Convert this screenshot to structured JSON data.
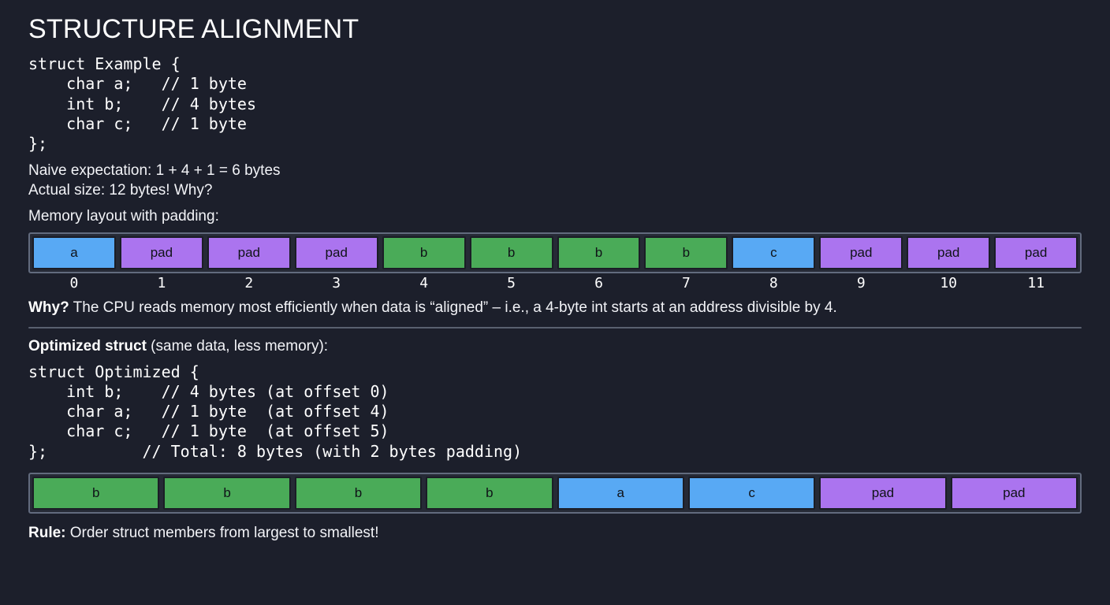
{
  "title": "STRUCTURE ALIGNMENT",
  "code_original": "struct Example {\n    char a;   // 1 byte\n    int b;    // 4 bytes\n    char c;   // 1 byte\n};",
  "naive_line": "Naive expectation: 1 + 4 + 1 = 6 bytes",
  "actual_line": "Actual size: 12 bytes! Why?",
  "layout_caption": "Memory layout with padding:",
  "layout_row1": {
    "cells": [
      {
        "label": "a",
        "color": "blue"
      },
      {
        "label": "pad",
        "color": "purple"
      },
      {
        "label": "pad",
        "color": "purple"
      },
      {
        "label": "pad",
        "color": "purple"
      },
      {
        "label": "b",
        "color": "green"
      },
      {
        "label": "b",
        "color": "green"
      },
      {
        "label": "b",
        "color": "green"
      },
      {
        "label": "b",
        "color": "green"
      },
      {
        "label": "c",
        "color": "blue"
      },
      {
        "label": "pad",
        "color": "purple"
      },
      {
        "label": "pad",
        "color": "purple"
      },
      {
        "label": "pad",
        "color": "purple"
      }
    ],
    "indices": [
      "0",
      "1",
      "2",
      "3",
      "4",
      "5",
      "6",
      "7",
      "8",
      "9",
      "10",
      "11"
    ]
  },
  "why": {
    "label": "Why?",
    "text": " The CPU reads memory most efficiently when data is “aligned” – i.e., a 4-byte int starts at an address divisible by 4."
  },
  "optimized": {
    "label": "Optimized struct",
    "text": " (same data, less memory):"
  },
  "code_optimized": "struct Optimized {\n    int b;    // 4 bytes (at offset 0)\n    char a;   // 1 byte  (at offset 4)\n    char c;   // 1 byte  (at offset 5)\n};          // Total: 8 bytes (with 2 bytes padding)",
  "layout_row2": {
    "cells": [
      {
        "label": "b",
        "color": "green"
      },
      {
        "label": "b",
        "color": "green"
      },
      {
        "label": "b",
        "color": "green"
      },
      {
        "label": "b",
        "color": "green"
      },
      {
        "label": "a",
        "color": "blue"
      },
      {
        "label": "c",
        "color": "blue"
      },
      {
        "label": "pad",
        "color": "purple"
      },
      {
        "label": "pad",
        "color": "purple"
      }
    ]
  },
  "rule": {
    "label": "Rule:",
    "text": " Order struct members from largest to smallest!"
  },
  "colors": {
    "background": "#1c1f2b",
    "blue": "#58a9f4",
    "green": "#4aab58",
    "purple": "#ab74ef",
    "border": "#626b7e",
    "text": "#f2f3f7"
  }
}
